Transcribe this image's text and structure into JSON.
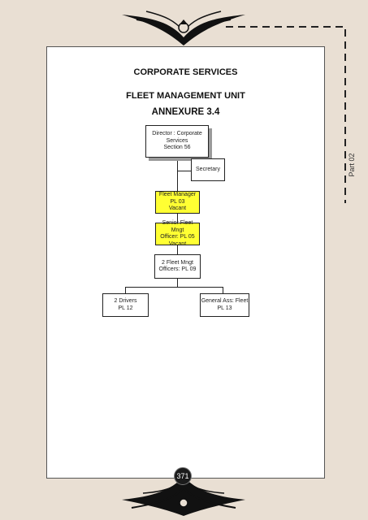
{
  "page": {
    "title": "CORPORATE SERVICES",
    "unit": "FLEET MANAGEMENT UNIT",
    "annexure": "ANNEXURE 3.4",
    "part": "Part 02",
    "page_number": "371"
  },
  "org_chart": {
    "director": "Director : Corporate\nServices\nSection 56",
    "secretary": "Secretary",
    "fleet_manager": "Fleet Manager\nPL 03\nVacant",
    "senior_officer": "Senior Fleet Mngt\nOfficer: PL 05\nVacant",
    "officers": "2 Fleet Mngt\nOfficers: PL 09",
    "drivers": "2 Drivers\nPL 12",
    "general_assistant": "General Ass: Fleet\nPL 13"
  },
  "colors": {
    "background": "#e9dfd3",
    "vacant_highlight": "#ffff33",
    "ornament": "#111111"
  }
}
